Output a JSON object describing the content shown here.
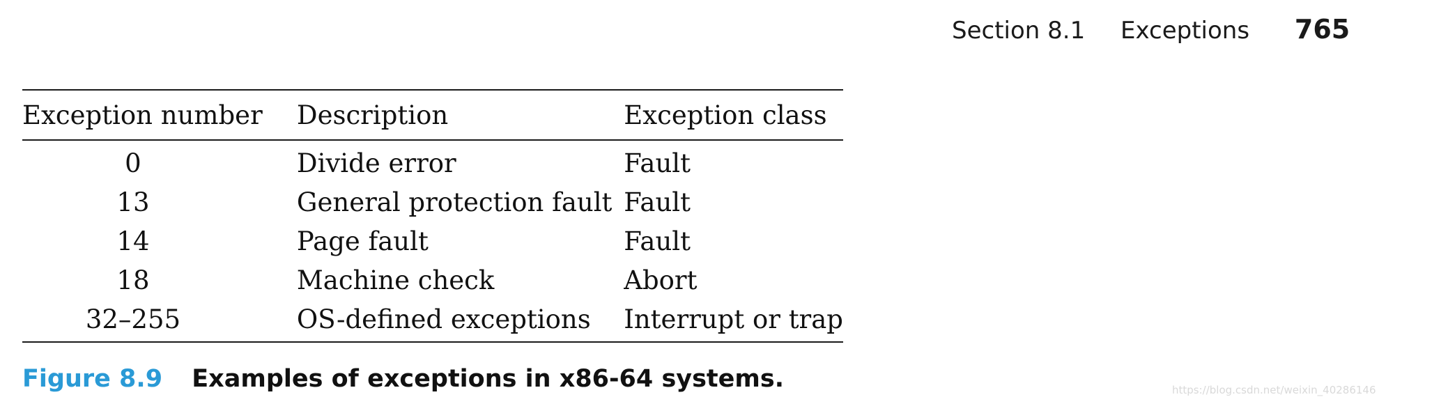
{
  "header": {
    "section": "Section 8.1",
    "title": "Exceptions",
    "page_number": "765"
  },
  "table": {
    "columns": [
      "Exception number",
      "Description",
      "Exception class"
    ],
    "rows": [
      [
        "0",
        "Divide error",
        "Fault"
      ],
      [
        "13",
        "General protection fault",
        "Fault"
      ],
      [
        "14",
        "Page fault",
        "Fault"
      ],
      [
        "18",
        "Machine check",
        "Abort"
      ],
      [
        "32–255",
        "OS-defined exceptions",
        "Interrupt or trap"
      ]
    ]
  },
  "caption": {
    "label": "Figure 8.9",
    "text": "Examples of exceptions in x86-64 systems.",
    "label_color": "#2a9ad6"
  },
  "watermark": "https://blog.csdn.net/weixin_40286146"
}
